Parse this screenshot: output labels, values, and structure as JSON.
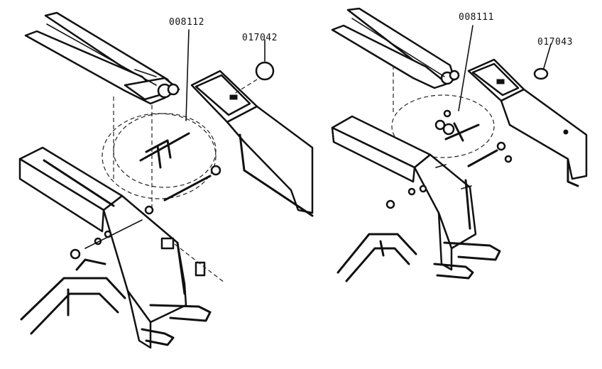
{
  "parts": {
    "left_pin": "008112",
    "left_cap": "017042",
    "right_pin": "008111",
    "right_cap": "017043"
  }
}
